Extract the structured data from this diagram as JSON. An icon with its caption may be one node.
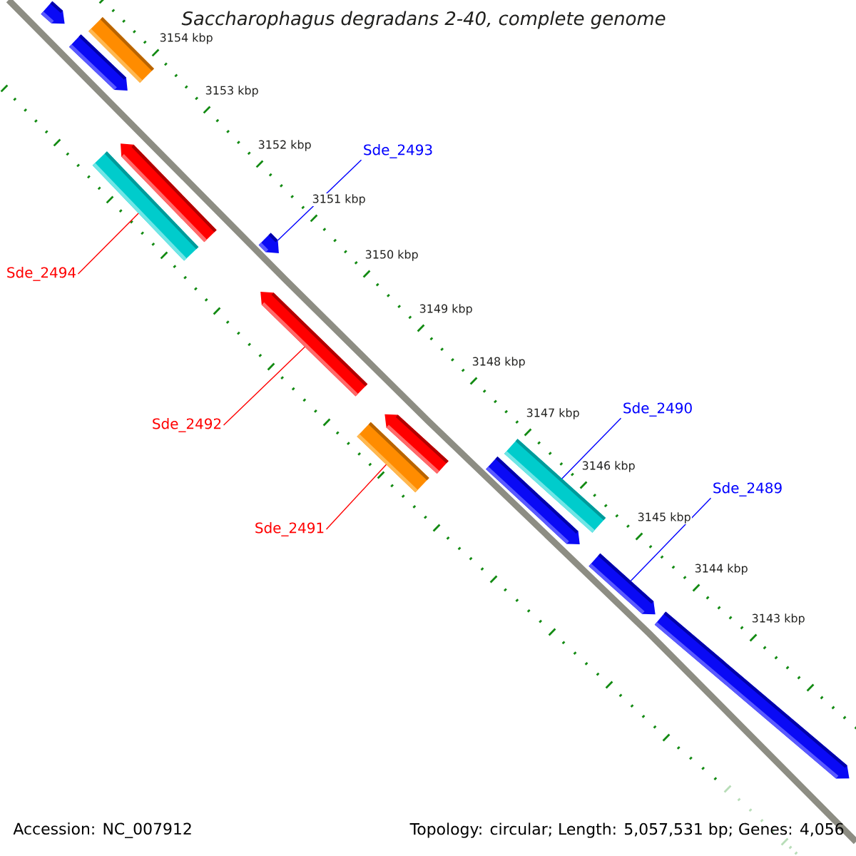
{
  "diagram": {
    "title": "Saccharophagus degradans 2-40, complete genome",
    "nodes": [
      {
        "text": [],
        "shape": "pentagon"
      },
      {
        "text": [],
        "shape": "bar"
      },
      {
        "text": [],
        "shape": "pentagon"
      },
      {
        "text": [],
        "shape": "pentagon"
      },
      {
        "text": [],
        "shape": "bar"
      },
      {
        "text": [],
        "shape": "pentagon"
      },
      {
        "text": [],
        "shape": "pentagon"
      },
      {
        "text": [],
        "shape": "pentagon"
      },
      {
        "text": [],
        "shape": "bar"
      },
      {
        "text": [],
        "shape": "bar"
      },
      {
        "text": [],
        "shape": "pentagon"
      },
      {
        "text": [],
        "shape": "pentagon"
      },
      {
        "text": [],
        "shape": "pentagon"
      },
      {
        "text": [
          "Sde_2493"
        ]
      },
      {
        "text": [
          "Sde_2494"
        ]
      },
      {
        "text": [
          "Sde_2490"
        ]
      },
      {
        "text": [
          "Sde_2492"
        ]
      },
      {
        "text": [
          "Sde_2489"
        ]
      },
      {
        "text": [
          "Sde_2491"
        ]
      }
    ],
    "edges": [
      {
        "from": 13,
        "to": 5,
        "arrow": "none",
        "color": "#0000ff"
      },
      {
        "from": 14,
        "to": 4,
        "arrow": "none",
        "color": "#ff0000"
      },
      {
        "from": 15,
        "to": 9,
        "arrow": "none",
        "color": "#0000ff"
      },
      {
        "from": 16,
        "to": 6,
        "arrow": "none",
        "color": "#ff0000"
      },
      {
        "from": 17,
        "to": 11,
        "arrow": "none",
        "color": "#0000ff"
      },
      {
        "from": 18,
        "to": 8,
        "arrow": "none",
        "color": "#ff0000"
      }
    ],
    "labels": [
      "3154 kbp",
      "3153 kbp",
      "3152 kbp",
      "3151 kbp",
      "3150 kbp",
      "3149 kbp",
      "3148 kbp",
      "3147 kbp",
      "3146 kbp",
      "3145 kbp",
      "3144 kbp",
      "3143 kbp",
      "Accession: NC_007912",
      "Topology: circular; Length: 5,057,531 bp; Genes: 4,056"
    ]
  }
}
